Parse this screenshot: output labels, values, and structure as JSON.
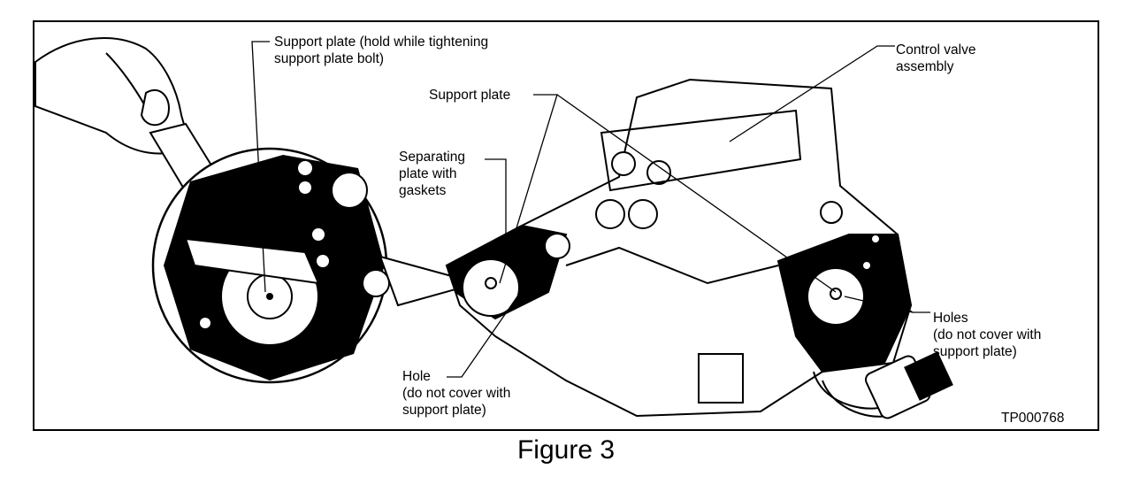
{
  "labels": {
    "support_plate_hold_1": "Support plate (hold while tightening",
    "support_plate_hold_2": "support plate bolt)",
    "support_plate": "Support plate",
    "separating_1": "Separating",
    "separating_2": "plate with",
    "separating_3": "gaskets",
    "control_valve_1": "Control valve",
    "control_valve_2": "assembly",
    "holes_1": "Holes",
    "holes_2": "(do not cover with",
    "holes_3": "support plate)",
    "hole_1": "Hole",
    "hole_2": "(do not cover with",
    "hole_3": "support plate)"
  },
  "figure_id": "TP000768",
  "caption": "Figure 3"
}
